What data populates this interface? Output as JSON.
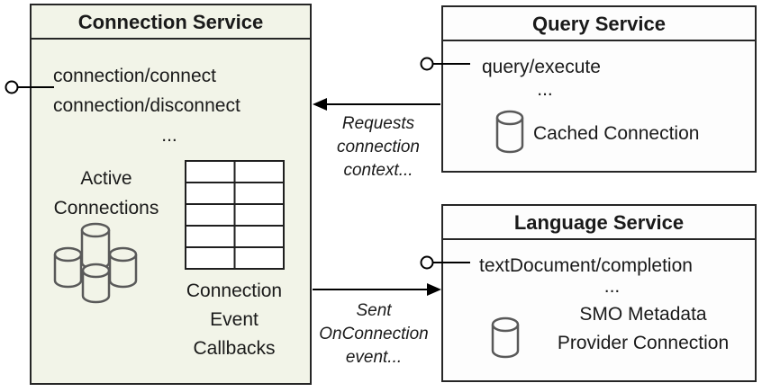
{
  "connection_service": {
    "title": "Connection Service",
    "methods": [
      "connection/connect",
      "connection/disconnect"
    ],
    "ellipsis": "...",
    "active_connections": [
      "Active",
      "Connections"
    ],
    "callbacks": [
      "Connection",
      "Event",
      "Callbacks"
    ]
  },
  "query_service": {
    "title": "Query Service",
    "method": "query/execute",
    "ellipsis": "...",
    "cached_connection_label": "Cached Connection"
  },
  "language_service": {
    "title": "Language Service",
    "method": "textDocument/completion",
    "ellipsis": "...",
    "smo_metadata": [
      "SMO Metadata",
      "Provider Connection"
    ]
  },
  "arrows": {
    "requests_label": [
      "Requests",
      "connection",
      "context..."
    ],
    "sent_label": [
      "Sent",
      "OnConnection",
      "event..."
    ]
  },
  "colors": {
    "connection_fill": "#f2f4e8",
    "service_fill": "#fdfdfd",
    "border": "#262626",
    "cylinder_stroke": "#595959",
    "line": "#000000"
  }
}
